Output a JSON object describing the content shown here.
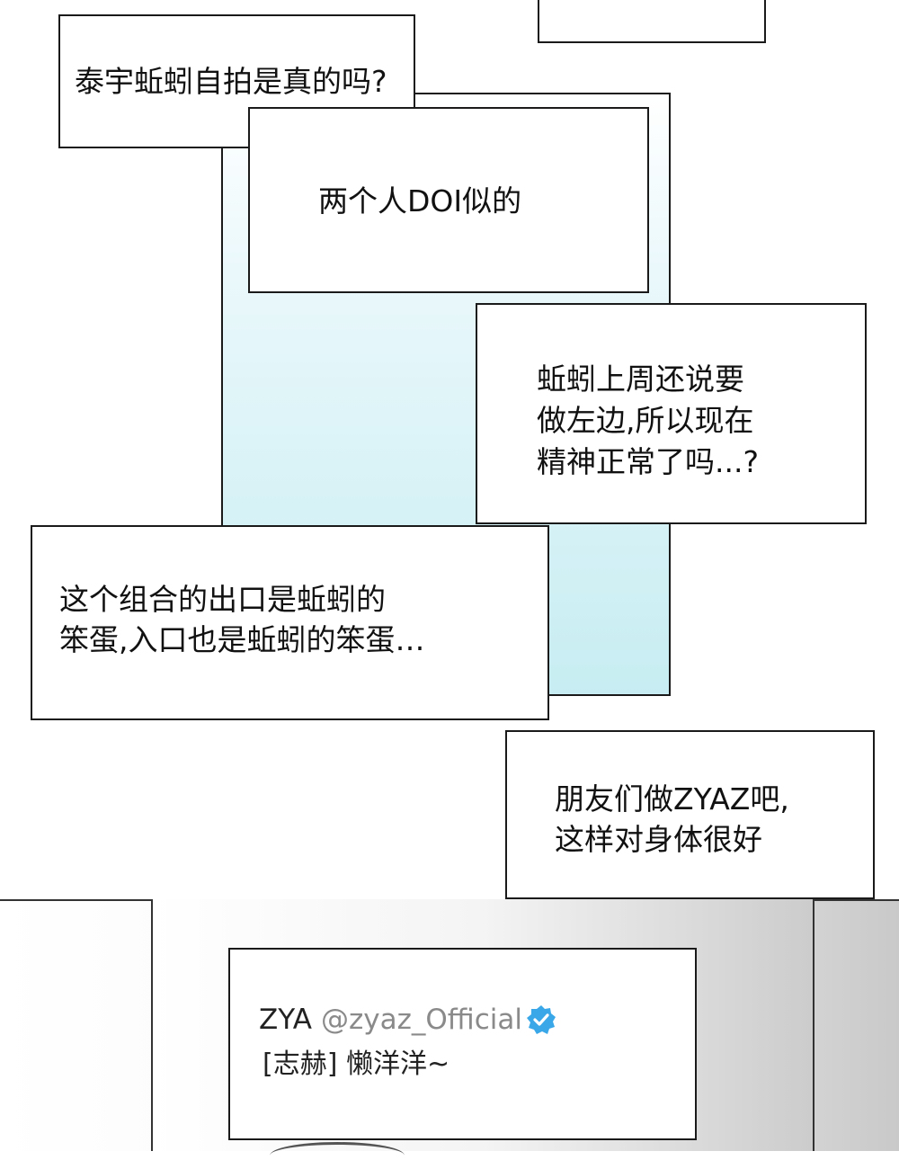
{
  "bubbles": {
    "b1": {
      "line1": "泰宇蚯蚓自拍是真的吗?"
    },
    "b2": {
      "line1": "两个人DOI似的"
    },
    "b3": {
      "line1": "蚯蚓上周还说要",
      "line2": "做左边,所以现在",
      "line3": "精神正常了吗...?"
    },
    "b4": {
      "line1": "这个组合的出口是蚯蚓的",
      "line2": "笨蛋,入口也是蚯蚓的笨蛋…"
    },
    "b5": {
      "line1": "朋友们做ZYAZ吧,",
      "line2": "这样对身体很好"
    }
  },
  "tweet": {
    "name": "ZYA",
    "handle": "@zyaz_Official",
    "verified_icon": "verified-badge-icon",
    "text": "[志赫] 懒洋洋~"
  },
  "colors": {
    "panel_gradient_top": "#eaf8fb",
    "panel_gradient_bottom": "#c7edf2",
    "verified_blue": "#3aa8e8",
    "handle_gray": "#8a8a8a"
  }
}
